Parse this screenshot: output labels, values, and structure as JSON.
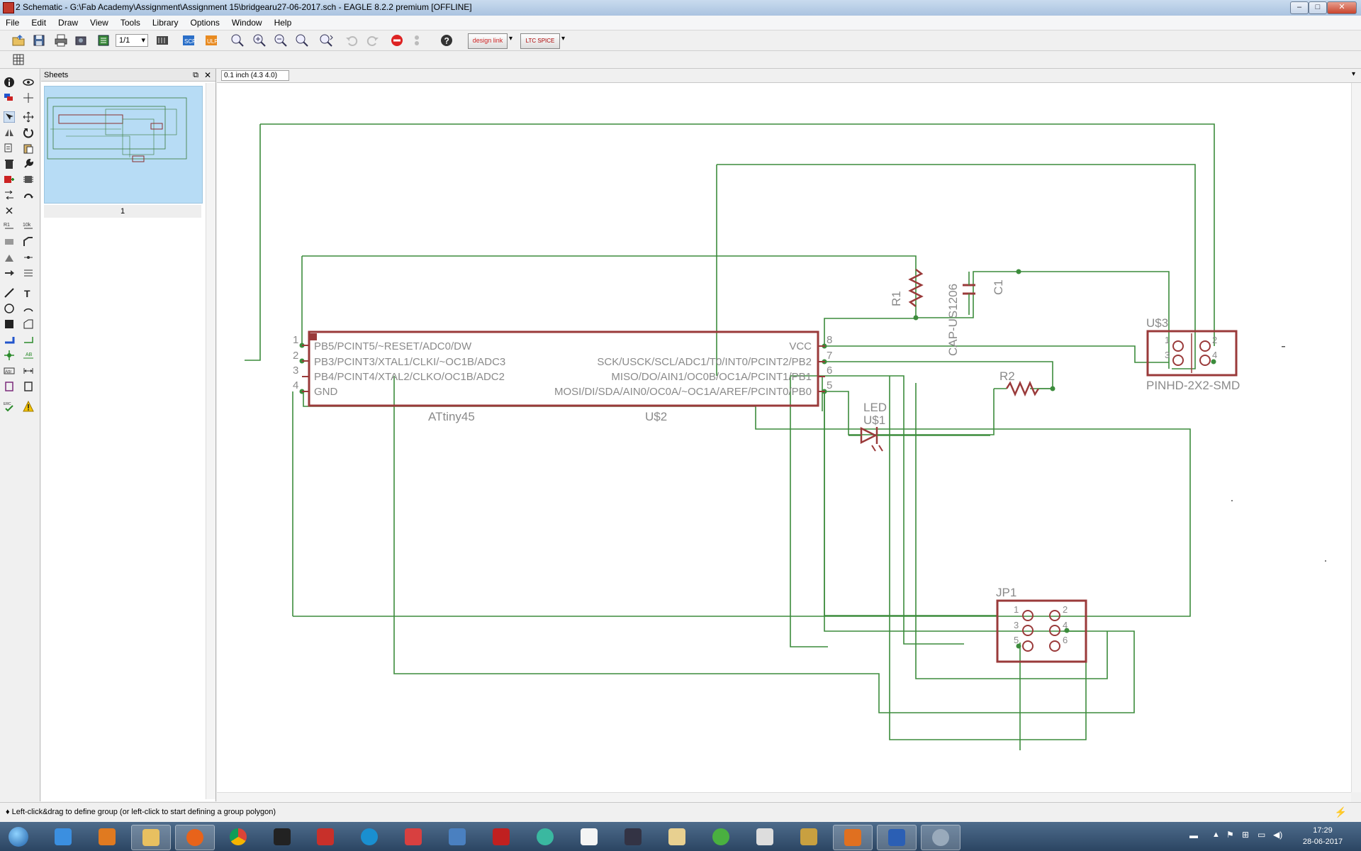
{
  "window": {
    "title": "2 Schematic - G:\\Fab Academy\\Assignment\\Assignment 15\\bridgearu27-06-2017.sch - EAGLE 8.2.2 premium [OFFLINE]",
    "minimize": "–",
    "maximize": "□",
    "close": "✕"
  },
  "menu": [
    "File",
    "Edit",
    "Draw",
    "View",
    "Tools",
    "Library",
    "Options",
    "Window",
    "Help"
  ],
  "toolbar": {
    "sheet_select": "1/1",
    "design_link": "design link",
    "ltspice": "LTC SPICE",
    "help": "?"
  },
  "sheets_panel": {
    "title": "Sheets",
    "sheet_label": "1"
  },
  "canvas": {
    "coordinate_readout": "0.1 inch (4.3 4.0)"
  },
  "schematic": {
    "u2": {
      "part": "ATtiny45",
      "name": "U$2",
      "left_pins": [
        {
          "num": "1",
          "label": "PB5/PCINT5/~RESET/ADC0/DW"
        },
        {
          "num": "2",
          "label": "PB3/PCINT3/XTAL1/CLKI/~OC1B/ADC3"
        },
        {
          "num": "3",
          "label": "PB4/PCINT4/XTAL2/CLKO/OC1B/ADC2"
        },
        {
          "num": "4",
          "label": "GND"
        }
      ],
      "right_pins": [
        {
          "num": "8",
          "label": "VCC"
        },
        {
          "num": "7",
          "label": "SCK/USCK/SCL/ADC1/T0/INT0/PCINT2/PB2"
        },
        {
          "num": "6",
          "label": "MISO/DO/AIN1/OC0B/OC1A/PCINT1/PB1"
        },
        {
          "num": "5",
          "label": "MOSI/DI/SDA/AIN0/OC0A/~OC1A/AREF/PCINT0/PB0"
        }
      ]
    },
    "r1": "R1",
    "r2": "R2",
    "c1": "C1",
    "c1_value": "CAP-US1206",
    "led_name": "LED",
    "led_ref": "U$1",
    "u3": {
      "name": "U$3",
      "part": "PINHD-2X2-SMD",
      "pins": [
        "1",
        "2",
        "3",
        "4"
      ]
    },
    "jp1": {
      "name": "JP1",
      "pins": [
        "1",
        "2",
        "3",
        "4",
        "5",
        "6"
      ]
    }
  },
  "status": {
    "message": "Left-click&drag to define group (or left-click to start defining a group polygon)"
  },
  "taskbar": {
    "time": "17:29",
    "date": "28-06-2017"
  }
}
